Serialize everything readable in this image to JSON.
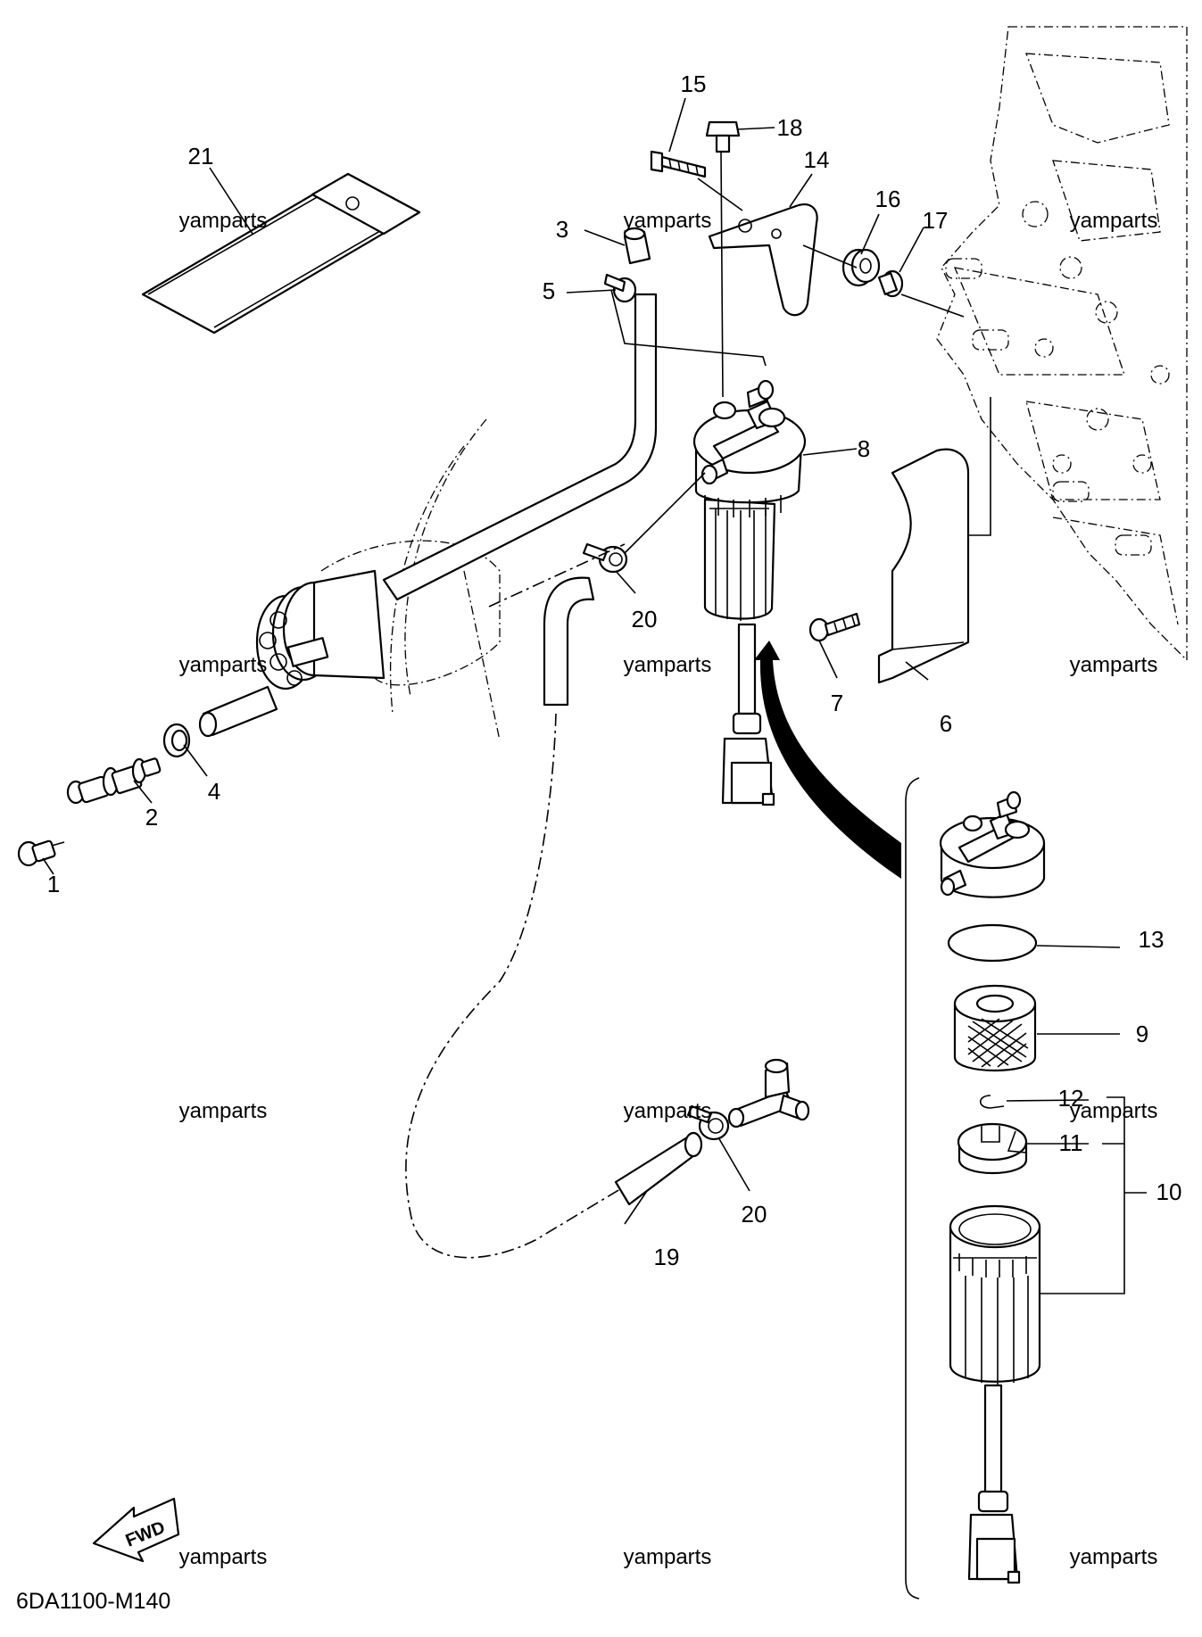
{
  "watermark": "yamparts",
  "diagram_code": "6DA1100-M140",
  "fwd_label": "FWD",
  "callouts": {
    "p1": "1",
    "p2": "2",
    "p3": "3",
    "p4": "4",
    "p5": "5",
    "p6": "6",
    "p7": "7",
    "p8": "8",
    "p9": "9",
    "p10": "10",
    "p11": "11",
    "p12": "12",
    "p13": "13",
    "p14": "14",
    "p15": "15",
    "p16": "16",
    "p17": "17",
    "p18": "18",
    "p19": "19",
    "p20a": "20",
    "p20b": "20",
    "p21": "21"
  }
}
